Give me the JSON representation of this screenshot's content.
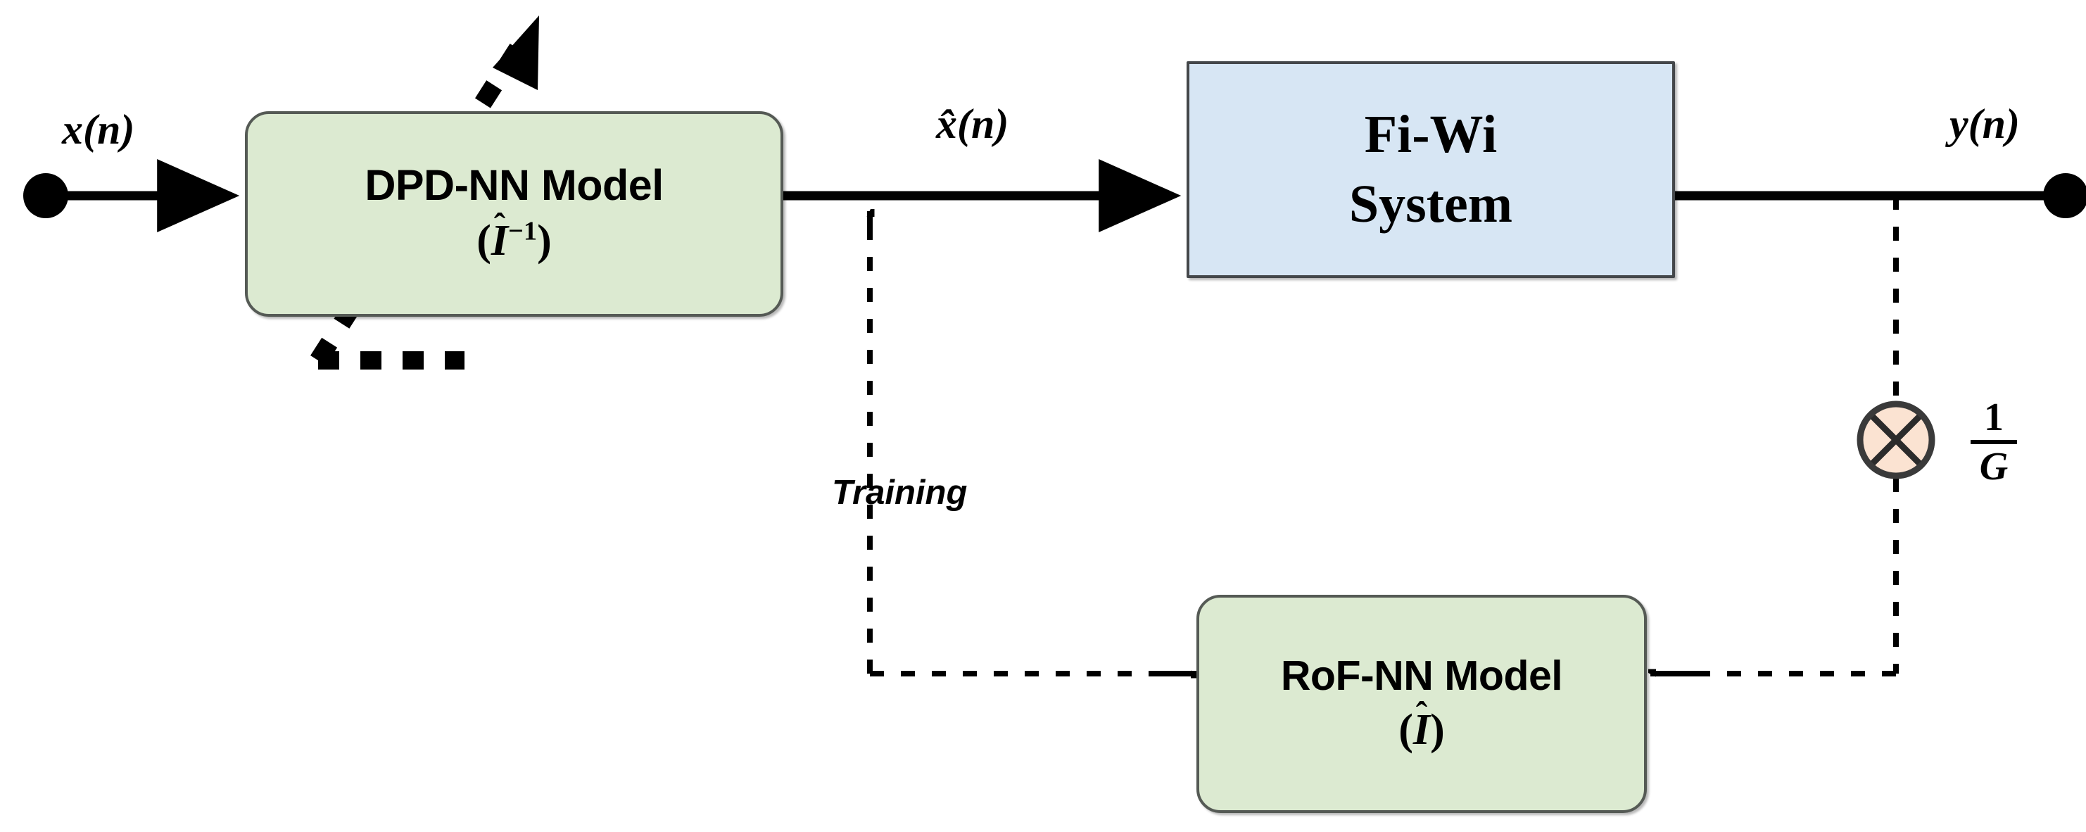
{
  "diagram": {
    "title": "Digital pre-distortion neural-network block diagram for a Fi-Wi system",
    "type": "block-diagram",
    "background_color": "#ffffff"
  },
  "signals": {
    "input_label": "x(n)",
    "predistorted_label": "x̂(n)",
    "output_label": "y(n)",
    "training_label": "Training",
    "gain_numerator": "1",
    "gain_denominator": "G"
  },
  "blocks": [
    {
      "id": "dpd",
      "title": "DPD-NN Model",
      "subtitle_open": "(",
      "subtitle_symbol": "I",
      "subtitle_hat": "̂",
      "subtitle_exponent": "−1",
      "subtitle_close": ")",
      "subtitle_plain": "(Î⁻¹)",
      "fill_color": "#dcead1",
      "border_color": "#555a55",
      "shape": "rounded-rectangle"
    },
    {
      "id": "fiwi",
      "title_line_1": "Fi-Wi",
      "title_line_2": "System",
      "fill_color": "#d7e6f4",
      "border_color": "#44474a",
      "shape": "rectangle"
    },
    {
      "id": "rof",
      "title": "RoF-NN Model",
      "subtitle_open": "(",
      "subtitle_symbol": "I",
      "subtitle_hat": "̂",
      "subtitle_close": ")",
      "subtitle_plain": "(Î)",
      "fill_color": "#dcead1",
      "border_color": "#555a55",
      "shape": "rounded-rectangle"
    }
  ],
  "nodes": {
    "multiplier": {
      "symbol": "⊗",
      "fill_color": "#fbe3d2",
      "border_color": "#3a3a3a",
      "label": "1/G"
    },
    "input_terminal": {
      "shape": "filled-circle",
      "color": "#000000"
    },
    "output_terminal": {
      "shape": "filled-circle",
      "color": "#000000"
    }
  },
  "connections": [
    {
      "from": "input_terminal",
      "to": "dpd",
      "style": "solid",
      "arrow": true
    },
    {
      "from": "dpd",
      "to": "fiwi",
      "style": "solid",
      "arrow": true,
      "label": "x̂(n)"
    },
    {
      "from": "fiwi",
      "to": "output_terminal",
      "style": "solid",
      "arrow": false,
      "label": "y(n)"
    },
    {
      "from": "rof",
      "to": "dpd_output_path",
      "style": "dashed",
      "arrow": true,
      "label": "Training"
    },
    {
      "from": "output_path",
      "to": "multiplier",
      "style": "dashed",
      "arrow": false
    },
    {
      "from": "multiplier",
      "to": "rof",
      "style": "dashed",
      "arrow": true
    }
  ],
  "annotations": {
    "adaptation_arrow": {
      "name": "tunable-adaptive-arrow",
      "style": "thick-dotted-diagonal-with-arrowhead"
    }
  }
}
